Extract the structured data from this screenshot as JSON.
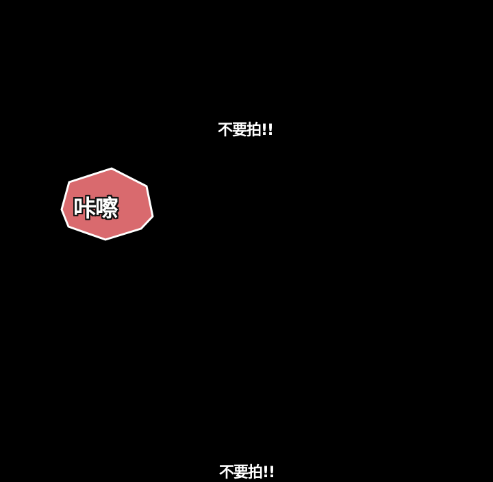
{
  "captions": [
    "不要拍!!",
    "不要拍!!"
  ],
  "sound_effect": {
    "text": "咔嚓",
    "badge_color": "#d96a6e",
    "outline_color": "#ffffff"
  },
  "background_color": "#000000"
}
